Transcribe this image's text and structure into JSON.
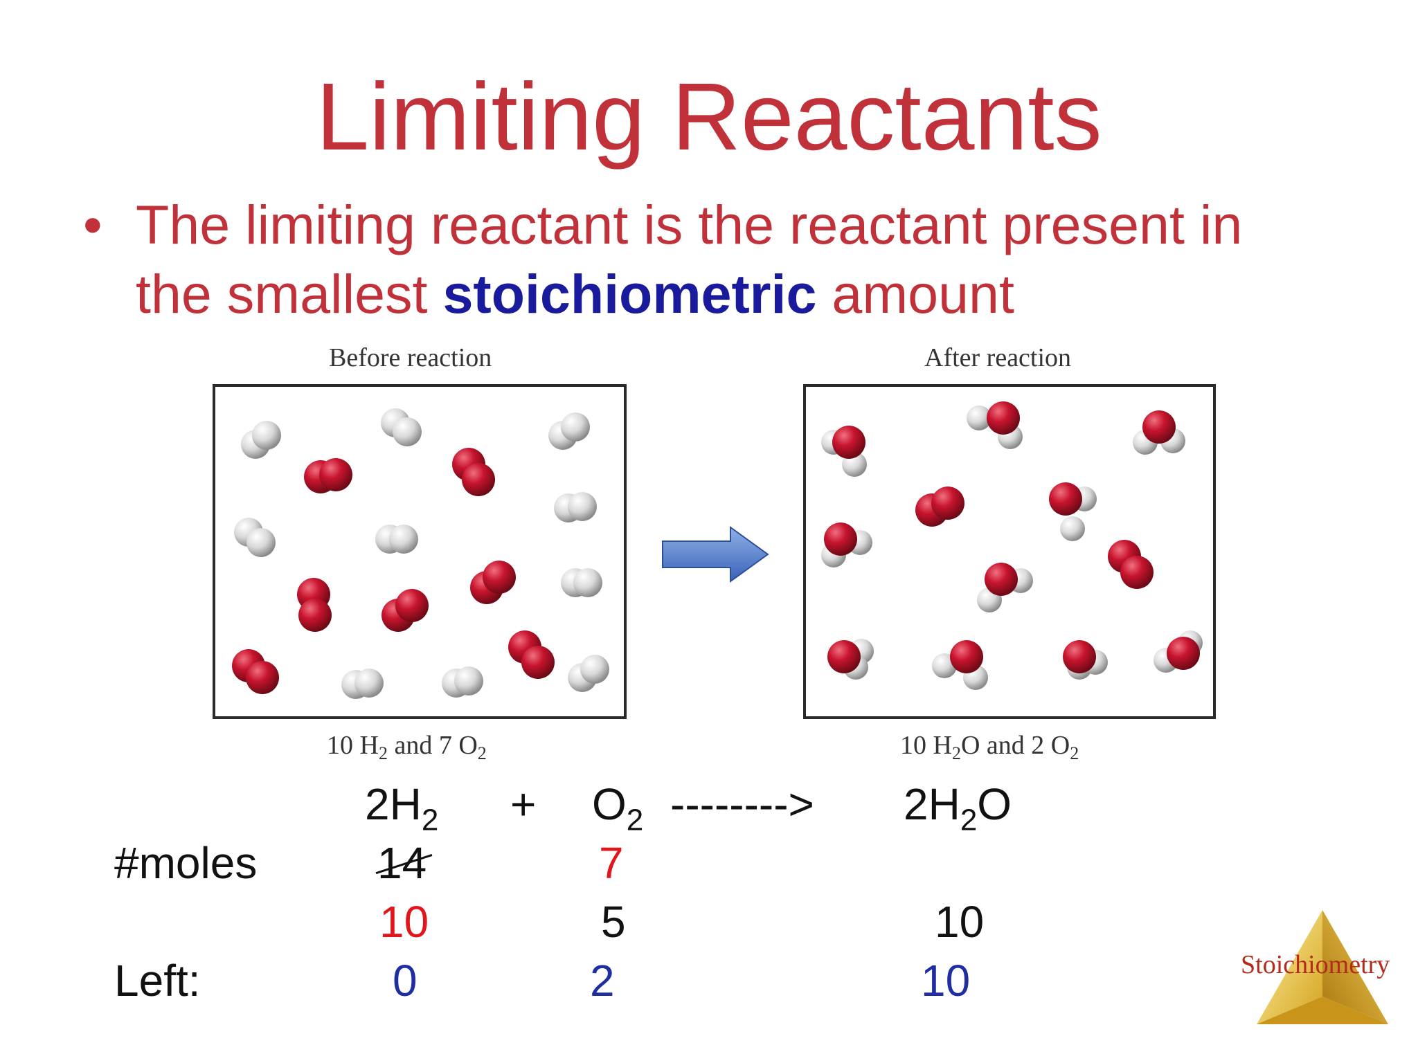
{
  "slide": {
    "title": "Limiting Reactants",
    "bullet_marker": "•",
    "bullet_text_1": "The limiting reactant is the reactant present in",
    "bullet_text_2a": "the smallest",
    "bullet_text_2b": "stoichiometric",
    "bullet_text_2c": "amount"
  },
  "figure": {
    "before_label": "Before reaction",
    "after_label": "After reaction",
    "before_caption_a": "10 H",
    "before_caption_sub1": "2",
    "before_caption_b": " and 7 O",
    "before_caption_sub2": "2",
    "after_caption_a": "10 H",
    "after_caption_sub1": "2",
    "after_caption_b": "O and 2 O",
    "after_caption_sub2": "2"
  },
  "equation": {
    "r1": "2H",
    "r1_sub": "2",
    "plus": "+",
    "r2": "O",
    "r2_sub": "2",
    "arrow": "-------->",
    "p1": "2H",
    "p1_sub": "2",
    "p1_tail": "O"
  },
  "table": {
    "moles_label": "#moles",
    "h2_initial": "14",
    "o2_initial": "7",
    "h2_used": "10",
    "o2_used": "5",
    "h2o_made": "10",
    "left_label": "Left:",
    "h2_left": "0",
    "o2_left": "2",
    "h2o_left": "10"
  },
  "logo": {
    "text": "Stoichiometry"
  },
  "colors": {
    "title": "#c0313a",
    "emphasis": "#1a1a9c",
    "red_value": "#e0161c",
    "blue_value": "#1f2ea0"
  }
}
